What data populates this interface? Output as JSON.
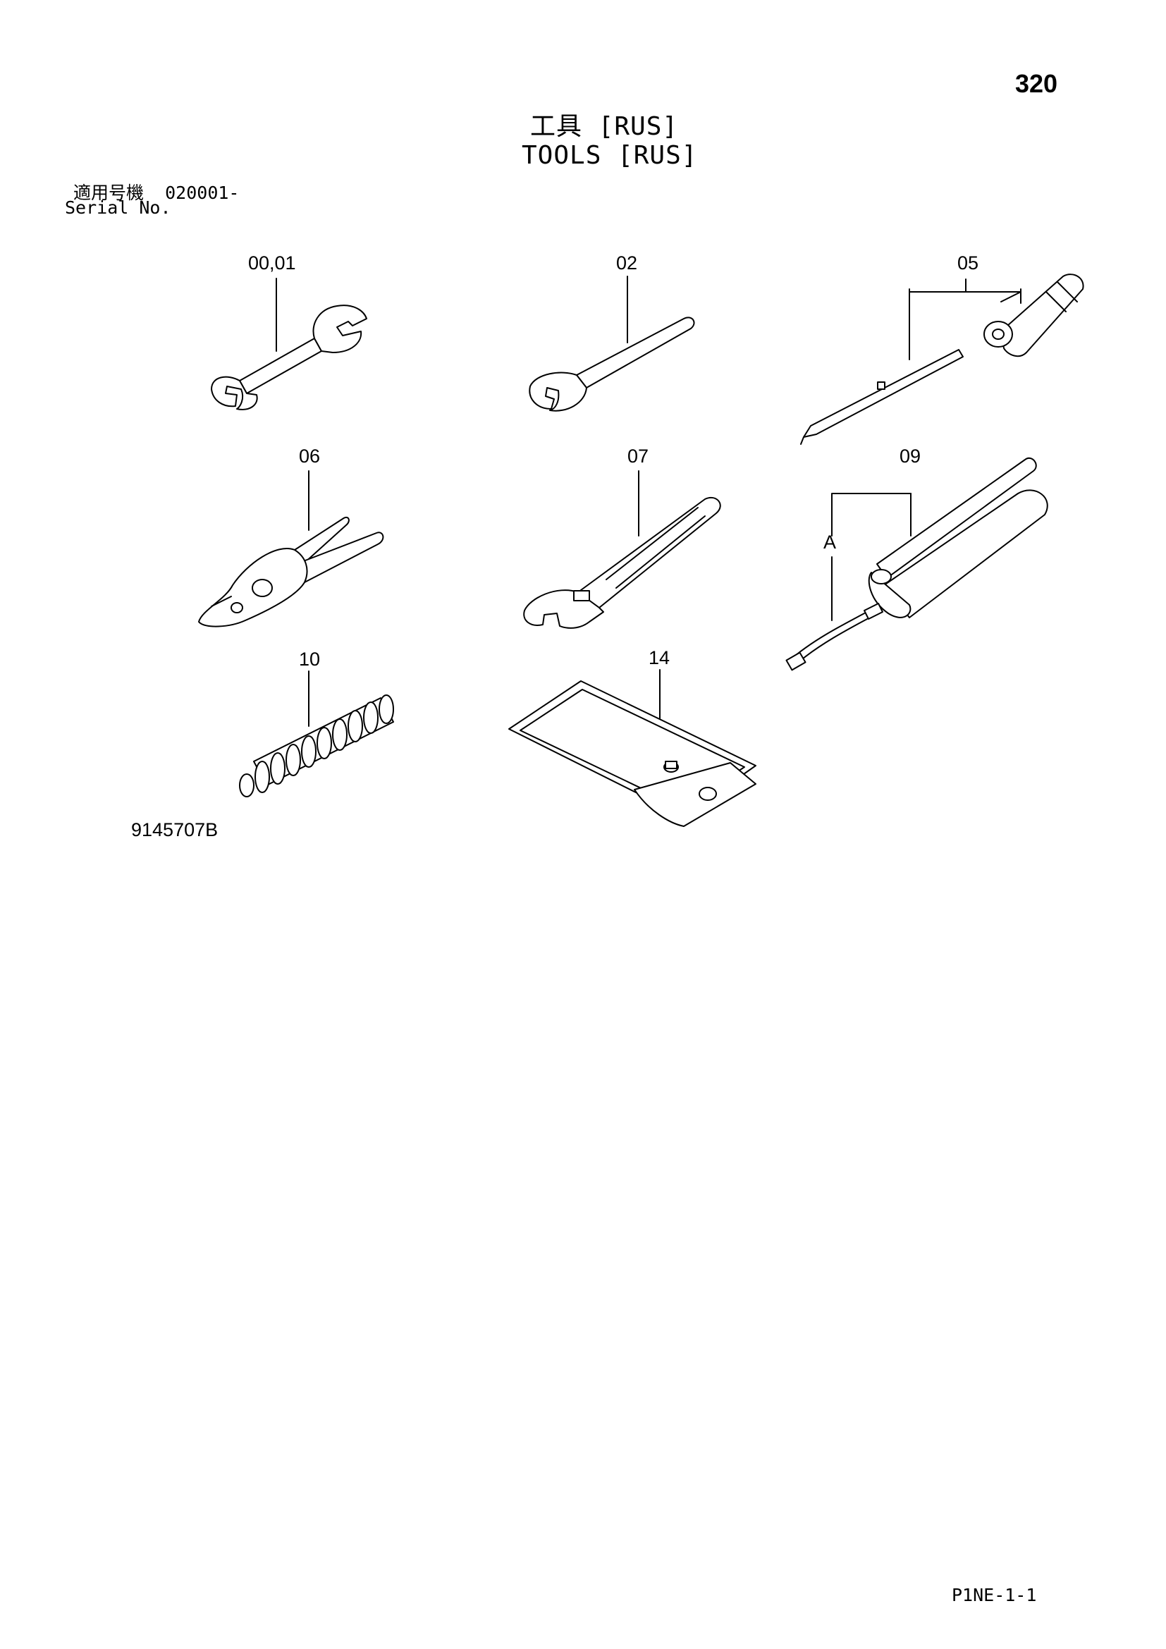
{
  "page_number": "320",
  "title_jp": "工具 [RUS]",
  "title_en": "TOOLS [RUS]",
  "serial": {
    "jp_label": "適用号機",
    "range": "020001-",
    "en_label": "Serial No."
  },
  "callouts": {
    "c0001": "00,01",
    "c02": "02",
    "c05": "05",
    "c06": "06",
    "c07": "07",
    "c09": "09",
    "cA": "A",
    "c10": "10",
    "c14": "14"
  },
  "illustration_code": "9145707B",
  "footer_code": "P1NE-1-1"
}
